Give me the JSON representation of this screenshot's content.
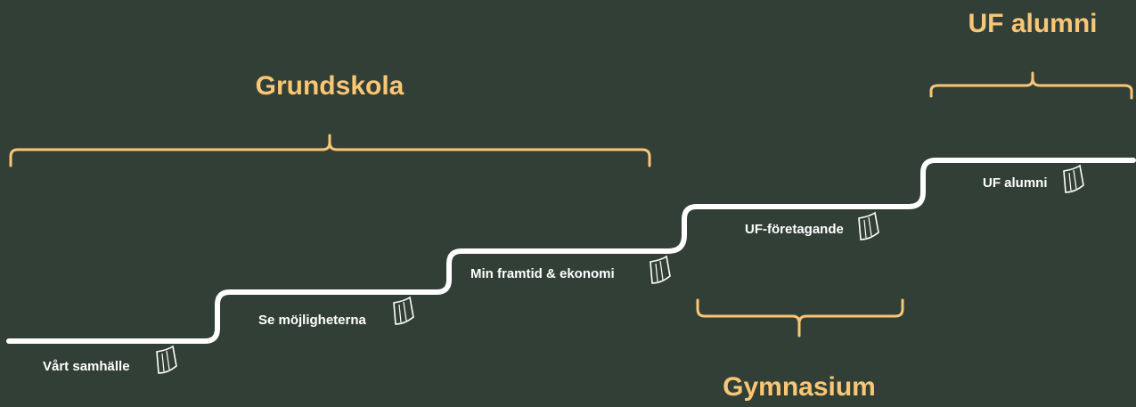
{
  "diagram": {
    "groups": [
      {
        "id": "grundskola",
        "label": "Grundskola"
      },
      {
        "id": "gymnasium",
        "label": "Gymnasium"
      },
      {
        "id": "uf-alumni",
        "label": "UF alumni"
      }
    ],
    "steps": [
      {
        "id": "vart-samhalle",
        "label": "Vårt samhälle"
      },
      {
        "id": "se-mojligheterna",
        "label": "Se möjligheterna"
      },
      {
        "id": "min-framtid",
        "label": "Min framtid & ekonomi"
      },
      {
        "id": "uf-foretagande",
        "label": "UF-företagande"
      },
      {
        "id": "uf-alumni-step",
        "label": "UF alumni"
      }
    ],
    "colors": {
      "background": "#323f37",
      "accent": "#f9c676",
      "line": "#ffffff"
    },
    "icon": "paper-page-icon"
  }
}
